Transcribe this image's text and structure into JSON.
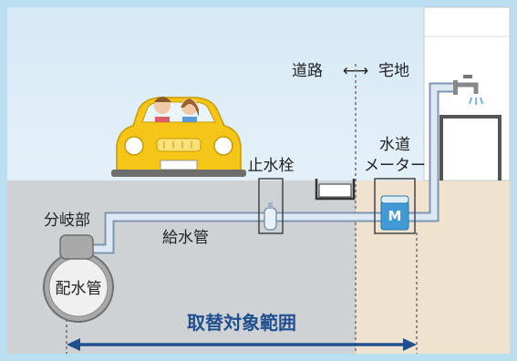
{
  "labels": {
    "road": "道路",
    "residential": "宅地",
    "road_residential_arrow": "←→",
    "meter_line1": "水道",
    "meter_line2": "メーター",
    "stop_valve": "止水栓",
    "branch": "分岐部",
    "service_pipe": "給水管",
    "distribution_main": "配水管",
    "meter_symbol": "M"
  },
  "range_label": "取替対象範囲",
  "icons": [
    "car-icon",
    "faucet-icon",
    "sink-icon",
    "roof-icon",
    "meter-icon",
    "stop-valve-icon",
    "meter-box-icon"
  ],
  "colors": {
    "sky_top": "#d6e9f6",
    "sky_bottom": "#f3f8fc",
    "road_ground": "#cfd2d5",
    "residential_ground": "#efe3cf",
    "pipe": "#dce9f4",
    "pipe_outline": "#7f96b0",
    "range_arrow": "#1f4f8f",
    "car_body": "#f5c518",
    "frame_border": "#b9dff0"
  }
}
